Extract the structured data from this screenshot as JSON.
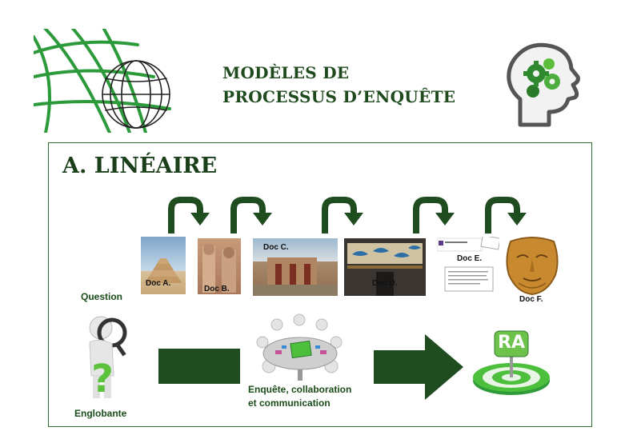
{
  "title": {
    "line1": "MODÈLES DE",
    "line2": "PROCESSUS D’ENQUÊTE"
  },
  "section_heading": "A. LINÉAIRE",
  "docs": [
    {
      "id": "a",
      "label": "Doc A."
    },
    {
      "id": "b",
      "label": "Doc B."
    },
    {
      "id": "c",
      "label": "Doc C."
    },
    {
      "id": "d",
      "label": "Doc D."
    },
    {
      "id": "e",
      "label": "Doc E."
    },
    {
      "id": "f",
      "label": "Doc F."
    }
  ],
  "labels": {
    "question": "Question",
    "englobante": "Englobante",
    "inquiry_line1": "Enquête, collaboration",
    "inquiry_line2": "et communication",
    "target": "RA"
  },
  "colors": {
    "dark_green": "#1f4d1f",
    "accent_green": "#3aa63a",
    "globe_green": "#2c9a3a"
  },
  "icons": [
    "globe-icon",
    "head-gears-icon",
    "curved-arrow-icon",
    "magnifier-question-icon",
    "meeting-table-icon",
    "target-icon"
  ]
}
